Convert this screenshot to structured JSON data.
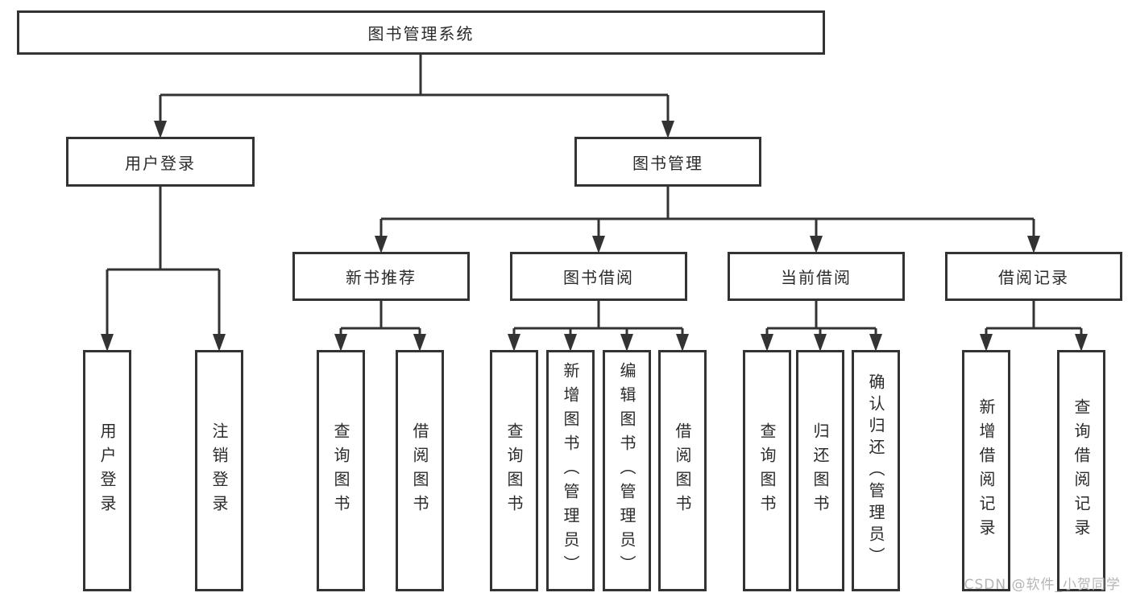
{
  "diagram_title": "图书管理系统",
  "root": {
    "label": "图书管理系统"
  },
  "level2": [
    {
      "label": "用户登录"
    },
    {
      "label": "图书管理"
    }
  ],
  "level3": [
    {
      "label": "新书推荐"
    },
    {
      "label": "图书借阅"
    },
    {
      "label": "当前借阅"
    },
    {
      "label": "借阅记录"
    }
  ],
  "leaves": [
    {
      "label": "用户登录"
    },
    {
      "label": "注销登录"
    },
    {
      "label": "查询图书"
    },
    {
      "label": "借阅图书"
    },
    {
      "label": "查询图书"
    },
    {
      "label": "新增图书（管理员）"
    },
    {
      "label": "编辑图书（管理员）"
    },
    {
      "label": "借阅图书"
    },
    {
      "label": "查询图书"
    },
    {
      "label": "归还图书"
    },
    {
      "label": "确认归还（管理员）"
    },
    {
      "label": "新增借阅记录"
    },
    {
      "label": "查询借阅记录"
    }
  ],
  "watermark": "CSDN @软件_小贺同学",
  "colors": {
    "line": "#333333",
    "text": "#2b2b2b",
    "watermark": "#b5b5b5",
    "background": "#ffffff"
  }
}
